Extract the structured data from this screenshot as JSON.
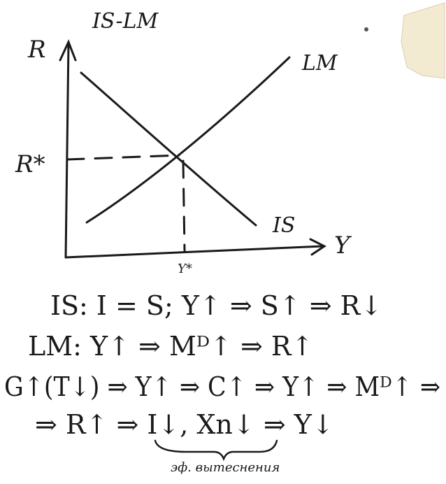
{
  "title": "IS-LM",
  "axes": {
    "y_label": "R",
    "x_label": "Y"
  },
  "curves": {
    "lm_label": "LM",
    "is_label": "IS"
  },
  "equilibrium": {
    "r_label": "R*",
    "y_label": "Y*"
  },
  "equations": [
    "IS: I = S; Y↑ ⇒ S↑ ⇒ R↓",
    "LM: Y↑ ⇒ Mᴰ↑ ⇒ R↑",
    "G↑(T↓) ⇒ Y↑ ⇒ C↑ ⇒ Y↑ ⇒ Mᴰ↑ ⇒",
    "⇒ R↑ ⇒ I↓, Xn↓ ⇒ Y↓"
  ],
  "underbrace_note": "эф. вытеснения",
  "colors": {
    "ink": "#1a1a1a",
    "paper_scrap": "#f3ead2"
  }
}
